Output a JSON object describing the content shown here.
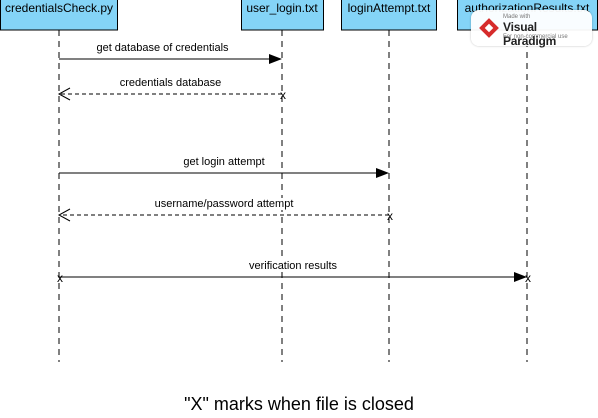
{
  "lifelines": [
    {
      "id": "credentials",
      "title": "credentialsCheck.py"
    },
    {
      "id": "user_login",
      "title": "user_login.txt"
    },
    {
      "id": "login_attempt",
      "title": "loginAttempt.txt"
    },
    {
      "id": "auth_results",
      "title": "authorizationResults.txt"
    }
  ],
  "messages": [
    {
      "label": "get database of credentials",
      "from": "credentials",
      "to": "user_login",
      "style": "solid"
    },
    {
      "label": "credentials database",
      "from": "user_login",
      "to": "credentials",
      "style": "dashed"
    },
    {
      "label": "get login attempt",
      "from": "credentials",
      "to": "login_attempt",
      "style": "solid"
    },
    {
      "label": "username/password attempt",
      "from": "login_attempt",
      "to": "credentials",
      "style": "dashed"
    },
    {
      "label": "verification results",
      "from": "credentials",
      "to": "auth_results",
      "style": "solid"
    }
  ],
  "x_marks": [
    {
      "label": "x",
      "lifeline": "user_login",
      "message": 1
    },
    {
      "label": "x",
      "lifeline": "login_attempt",
      "message": 3
    },
    {
      "label": "x",
      "lifeline": "credentials",
      "message": 4
    },
    {
      "label": "x",
      "lifeline": "auth_results",
      "message": 4
    }
  ],
  "caption": "\"X\" marks when file is closed",
  "watermark": {
    "made_with": "Made with",
    "brand": "Visual Paradigm",
    "note": "For non-commercial use"
  },
  "colors": {
    "lifeline_box": "#84d4f7",
    "line": "#000000"
  }
}
